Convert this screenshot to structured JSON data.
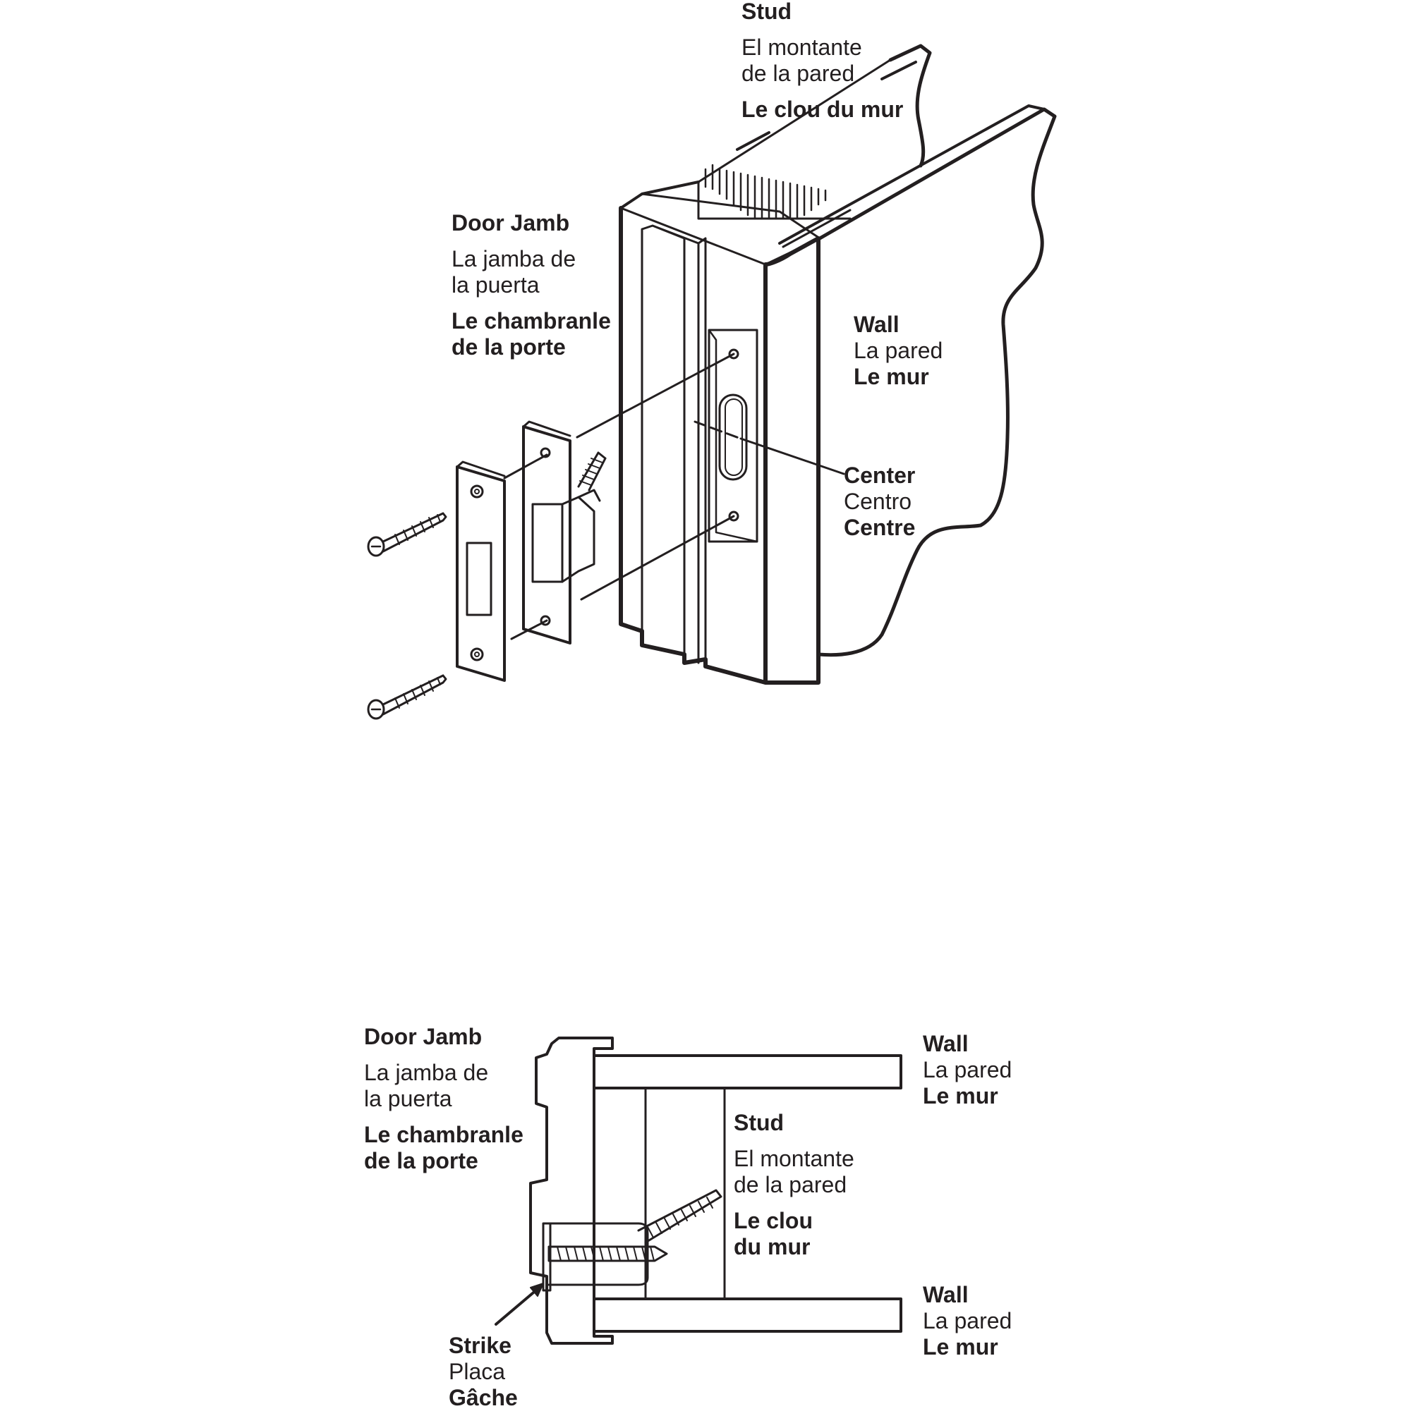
{
  "top": {
    "stud": {
      "en": "Stud",
      "es_1": "El montante",
      "es_2": "de la pared",
      "fr": "Le clou du mur"
    },
    "door_jamb": {
      "en": "Door Jamb",
      "es_1": "La jamba de",
      "es_2": "la puerta",
      "fr_1": "Le chambranle",
      "fr_2": "de la porte"
    },
    "wall": {
      "en": "Wall",
      "es": "La pared",
      "fr": "Le mur"
    },
    "center": {
      "en": "Center",
      "es": "Centro",
      "fr": "Centre"
    }
  },
  "bottom": {
    "door_jamb": {
      "en": "Door Jamb",
      "es_1": "La jamba de",
      "es_2": "la puerta",
      "fr_1": "Le chambranle",
      "fr_2": "de la porte"
    },
    "wall_top": {
      "en": "Wall",
      "es": "La pared",
      "fr": "Le mur"
    },
    "stud": {
      "en": "Stud",
      "es_1": "El montante",
      "es_2": "de la pared",
      "fr_1": "Le clou",
      "fr_2": "du mur"
    },
    "wall_bottom": {
      "en": "Wall",
      "es": "La pared",
      "fr": "Le mur"
    },
    "strike": {
      "en": "Strike",
      "es": "Placa",
      "fr": "Gâche"
    }
  }
}
